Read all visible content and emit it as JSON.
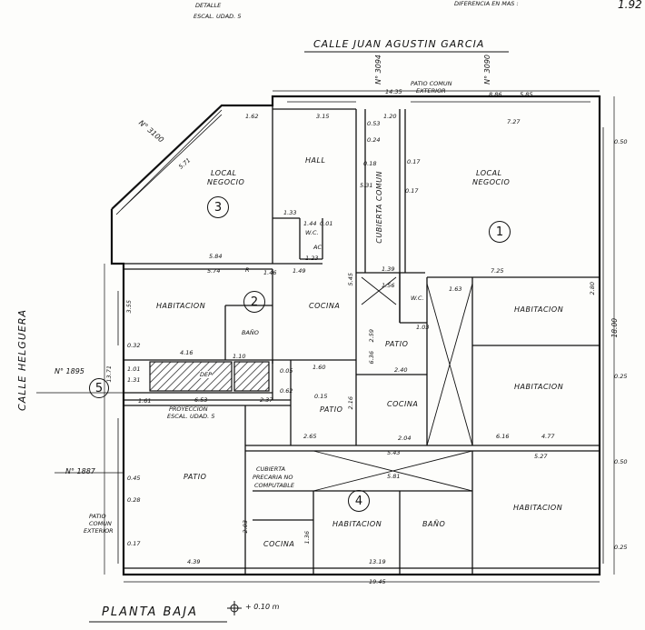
{
  "header": {
    "top_left_1": "DETALLE",
    "top_left_2": "ESCAL. UDAD. 5",
    "top_right": "DIFERENCIA EN MAS :",
    "corner_value": "1.92"
  },
  "streets": {
    "main": "CALLE JUAN AGUSTIN GARCIA",
    "side": "CALLE HELGUERA",
    "number_left": "N° 3094",
    "number_right": "N° 3090",
    "corner_number": "N° 3100",
    "side_num_1": "N° 1895",
    "side_num_2": "N° 1887"
  },
  "units": {
    "u1": "1",
    "u2": "2",
    "u3": "3",
    "u4": "4",
    "u5": "5"
  },
  "rooms": {
    "local3_a": "LOCAL",
    "local3_b": "NEGOCIO",
    "hall": "HALL",
    "wc_small": "W.C.",
    "ac": "AC",
    "cubierta_comun": "CUBIERTA COMUN",
    "local1_a": "LOCAL",
    "local1_b": "NEGOCIO",
    "hab2": "HABITACION",
    "cocina2": "COCINA",
    "bano2": "BAÑO",
    "r": "R",
    "wc_mid": "W.C.",
    "patio_mid": "PATIO",
    "hab_r1": "HABITACION",
    "hab_r2": "HABITACION",
    "cocina_mid": "COCINA",
    "patio_small": "PATIO",
    "dep": "DEP",
    "proy_a": "PROYECCION",
    "proy_b": "ESCAL. UDAD. 5",
    "patio_big": "PATIO",
    "cubierta_a": "CUBIERTA",
    "cubierta_b": "PRECARIA NO",
    "cubierta_c": "COMPUTABLE",
    "cocina4": "COCINA",
    "hab4": "HABITACION",
    "bano4": "BAÑO",
    "hab4_big": "HABITACION",
    "patio_comun_top_a": "PATIO COMUN",
    "patio_comun_top_b": "EXTERIOR",
    "patio_comun_left_a": "PATIO",
    "patio_comun_left_b": "COMUN",
    "patio_comun_left_c": "EXTERIOR"
  },
  "dims": {
    "d1435": "14.35",
    "d886": "8.86",
    "d585": "5.85",
    "d727": "7.27",
    "d150": "0.50",
    "d162": "1.62",
    "d315": "3.15",
    "d120": "1.20",
    "d024": "0.24",
    "d053": "0.53",
    "d018": "0.18",
    "d017a": "0.17",
    "d017b": "0.17",
    "d531": "5.31",
    "d574": "5.74",
    "d571": "5.71",
    "d584": "5.84",
    "d133": "1.33",
    "d144": "1.44",
    "d123": "1.23",
    "d139": "1.39",
    "d156": "1.56",
    "d725": "7.25",
    "d163": "1.63",
    "d280": "2.80",
    "d1800": "18.00",
    "d025a": "0.25",
    "d416": "4.16",
    "d110": "1.10",
    "d653": "6.53",
    "d237": "2.37",
    "d355": "3.55",
    "d032": "0.32",
    "d1371": "13.71",
    "d101": "1.01",
    "d131": "1.31",
    "d161": "1.61",
    "d160": "1.60",
    "d240": "2.40",
    "d204": "2.04",
    "d616": "6.16",
    "d477": "4.77",
    "d543": "5.43",
    "d581": "5.81",
    "d527": "5.27",
    "d050b": "0.50",
    "d025b": "0.25",
    "d1319": "13.19",
    "d1945": "19.45",
    "d439": "4.39",
    "d045": "0.45",
    "d028": "0.28",
    "d017c": "0.17",
    "d203": "2.03",
    "d136": "1.36",
    "d015": "0.15",
    "d216": "2.16",
    "d259": "2.59",
    "d636": "6.36",
    "d103": "1.03",
    "d265": "2.65",
    "d005": "0.05",
    "d062": "0.62",
    "d001": "0.01",
    "d149": "1.49",
    "d545": "5.45",
    "d146": "1.46"
  },
  "footer": {
    "title": "PLANTA BAJA",
    "level": "+ 0.10 m"
  }
}
